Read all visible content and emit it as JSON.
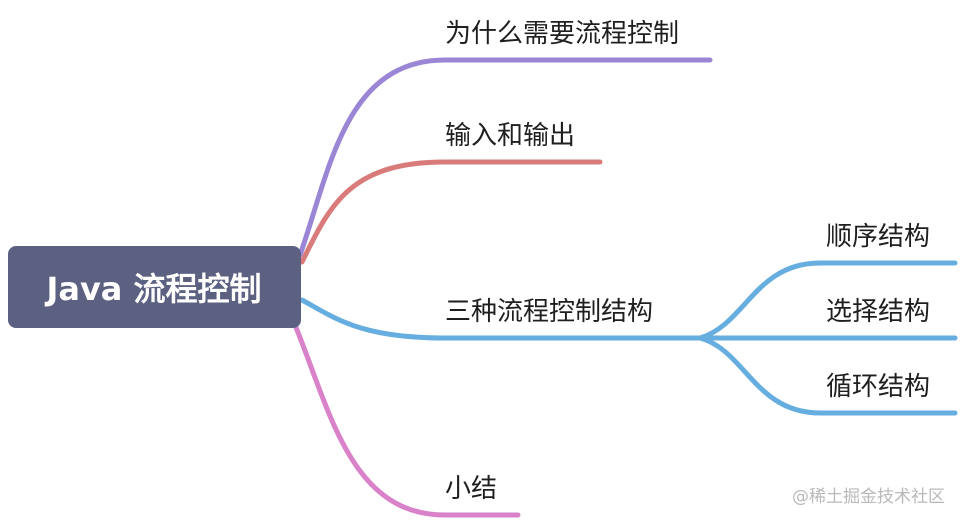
{
  "root": {
    "label": "Java 流程控制",
    "color": "#5c6181"
  },
  "branches": [
    {
      "id": "why",
      "label": "为什么需要流程控制",
      "color": "#9b86d6"
    },
    {
      "id": "io",
      "label": "输入和输出",
      "color": "#d97b7b"
    },
    {
      "id": "three",
      "label": "三种流程控制结构",
      "color": "#66aee0",
      "children": [
        {
          "id": "seq",
          "label": "顺序结构"
        },
        {
          "id": "sel",
          "label": "选择结构"
        },
        {
          "id": "loop",
          "label": "循环结构"
        }
      ]
    },
    {
      "id": "summary",
      "label": "小结",
      "color": "#d982c9"
    }
  ],
  "watermark": "@稀土掘金技术社区"
}
